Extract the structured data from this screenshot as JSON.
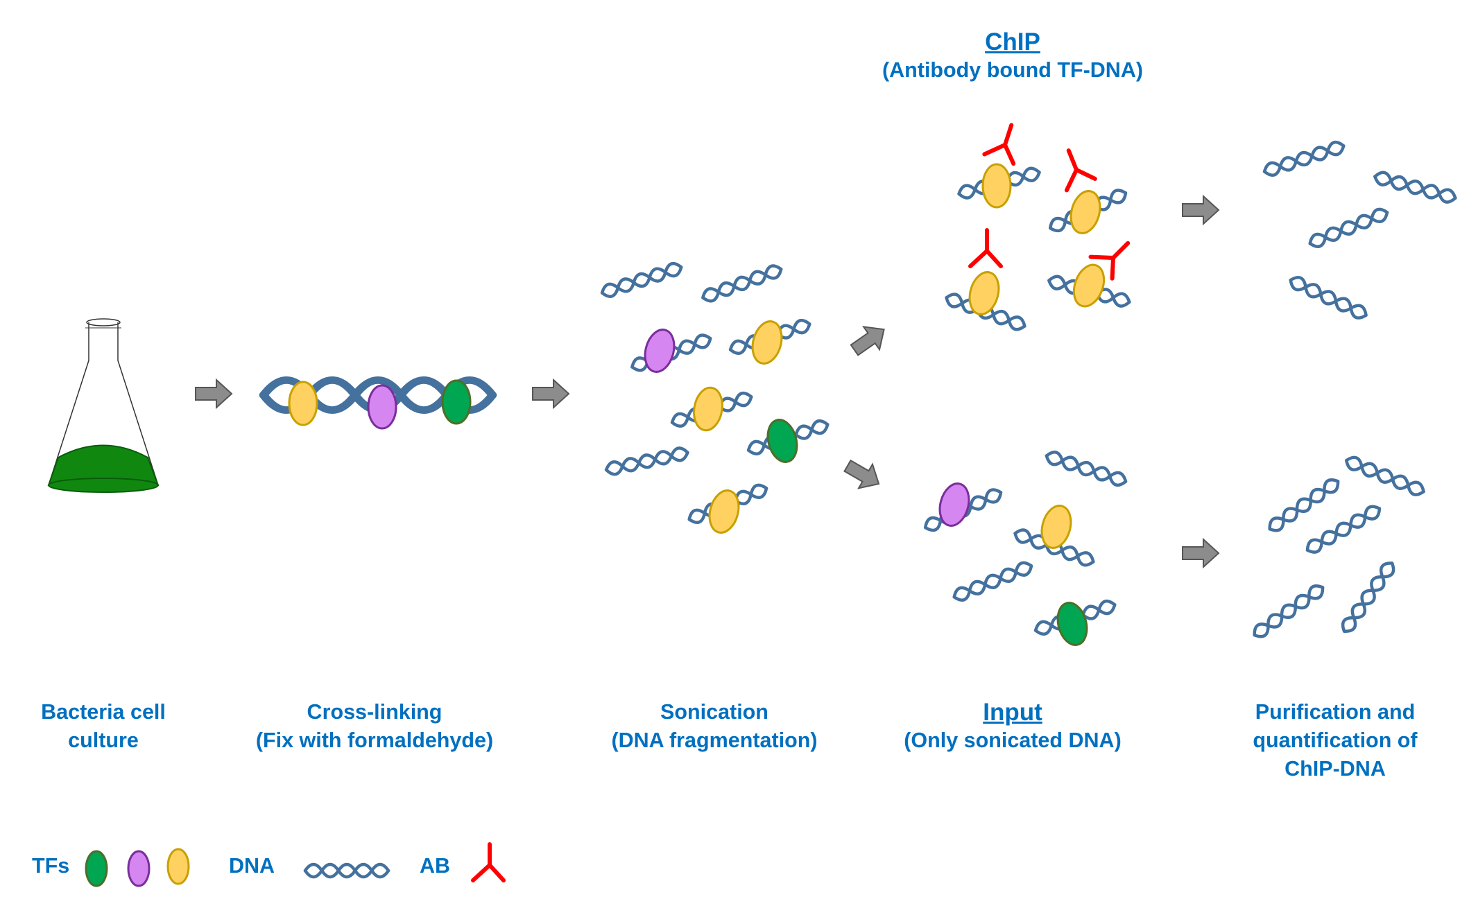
{
  "colors": {
    "dna": "#44719E",
    "tf_green": "#00A651",
    "tf_purple": "#D586F0",
    "tf_yellow": "#FFD160",
    "antibody": "#FF0000",
    "arrow": "#8C8C8C",
    "text": "#0070C0",
    "culture": "#108810"
  },
  "steps": [
    {
      "line1": "Bacteria cell",
      "line2": "culture"
    },
    {
      "line1": "Cross-linking",
      "line2": "(Fix with formaldehyde)"
    },
    {
      "line1": "Sonication",
      "line2": "(DNA fragmentation)"
    },
    {
      "title": "Input",
      "line2": "(Only sonicated DNA)"
    },
    {
      "line1": "Purification and",
      "line2": "quantification of",
      "line3": "ChIP-DNA"
    }
  ],
  "chip": {
    "title": "ChIP",
    "subtitle": "(Antibody bound TF-DNA)"
  },
  "legend": {
    "tfs": "TFs",
    "dna": "DNA",
    "ab": "AB"
  }
}
